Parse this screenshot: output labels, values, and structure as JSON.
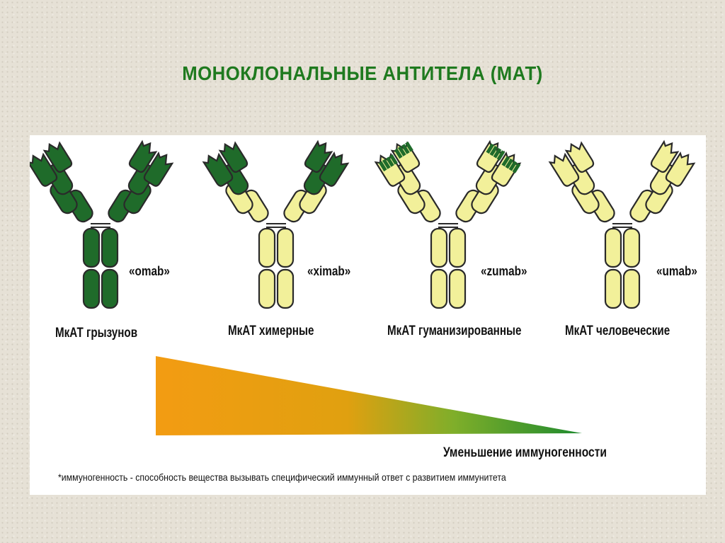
{
  "title": "МОНОКЛОНАЛЬНЫЕ АНТИТЕЛА (МАТ)",
  "antibodies": [
    {
      "label": "МкАТ грызунов",
      "suffix": "«omab»",
      "type": "rodent"
    },
    {
      "label": "МкАТ химерные",
      "suffix": "«ximab»",
      "type": "chimeric"
    },
    {
      "label": "МкАТ гуманизированные",
      "suffix": "«zumab»",
      "type": "humanized"
    },
    {
      "label": "МкАТ человеческие",
      "suffix": "«umab»",
      "type": "human"
    }
  ],
  "trend_label": "Уменьшение иммуногенности",
  "footnote": "*иммуногенность - способность вещества вызывать специфический иммунный ответ с развитием иммунитета",
  "colors": {
    "title": "#1f7a1f",
    "rodent": "#1f6b2a",
    "human": "#f2f09a",
    "outline": "#2a2a2a",
    "gradient_start": "#f39c12",
    "gradient_end": "#2e8b2e"
  }
}
